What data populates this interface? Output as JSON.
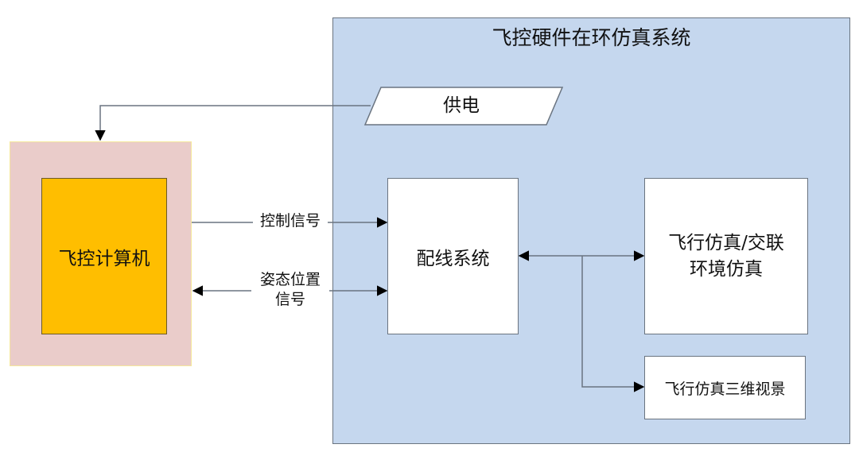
{
  "diagram": {
    "system_container": {
      "title": "飞控硬件在环仿真系统"
    },
    "power_supply": {
      "label": "供电"
    },
    "flight_computer": {
      "label": "飞控计算机"
    },
    "wiring_system": {
      "label": "配线系统"
    },
    "flight_env_sim": {
      "line1": "飞行仿真/交联",
      "line2": "环境仿真"
    },
    "flight_3d_view": {
      "label": "飞行仿真三维视景"
    },
    "edges": {
      "control_signal": "控制信号",
      "attitude_position_signal_line1": "姿态位置",
      "attitude_position_signal_line2": "信号"
    },
    "colors": {
      "system_fill": "#c5d7ee",
      "outer_fill": "#eaccca",
      "computer_fill": "#ffbe00",
      "box_fill": "#ffffff",
      "stroke": "#6a7480"
    }
  }
}
